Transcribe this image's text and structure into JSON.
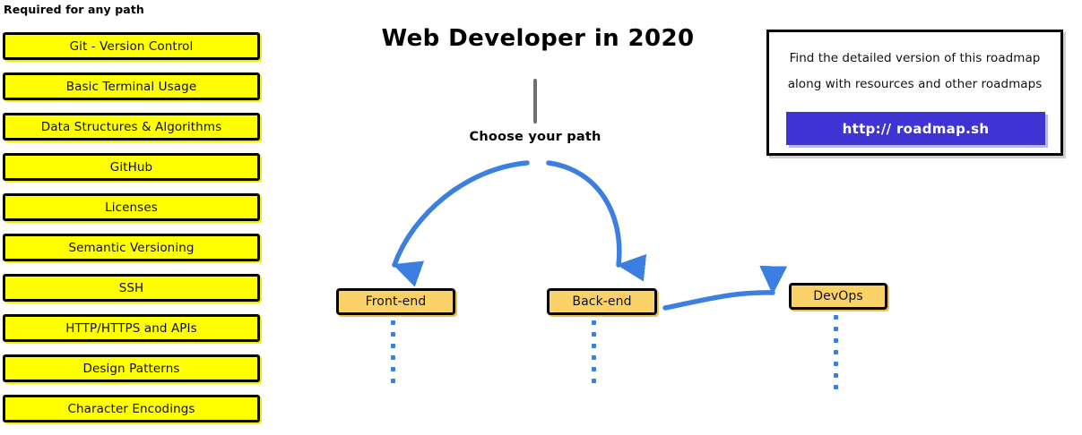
{
  "title": "Web Developer in 2020",
  "required_section": {
    "heading": "Required for any path",
    "items": [
      {
        "label": "Git - Version Control"
      },
      {
        "label": "Basic Terminal Usage"
      },
      {
        "label": "Data Structures & Algorithms"
      },
      {
        "label": "GitHub"
      },
      {
        "label": "Licenses"
      },
      {
        "label": "Semantic Versioning"
      },
      {
        "label": "SSH"
      },
      {
        "label": "HTTP/HTTPS and APIs"
      },
      {
        "label": "Design Patterns"
      },
      {
        "label": "Character Encodings"
      }
    ]
  },
  "flow": {
    "choose_path_label": "Choose your path",
    "nodes": [
      {
        "label": "Front-end"
      },
      {
        "label": "Back-end"
      },
      {
        "label": "DevOps"
      }
    ]
  },
  "info_box": {
    "line1": "Find the detailed version of this roadmap",
    "line2": "along with resources and other roadmaps",
    "cta_label": "http:// roadmap.sh"
  },
  "colors": {
    "required_fill": "#FFFF00",
    "node_fill": "#FBD268",
    "arrow_blue": "#3B7FE0",
    "cta_purple": "#4033D4",
    "outline": "#000000",
    "stem_gray": "#6F6F6F"
  }
}
